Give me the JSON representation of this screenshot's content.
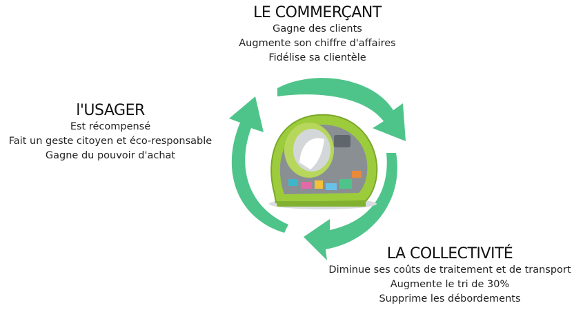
{
  "commercant": {
    "title": "LE COMMERÇANT",
    "lines": [
      "Gagne des clients",
      "Augmente son chiffre d'affaires",
      "Fidélise sa clientèle"
    ]
  },
  "usager": {
    "title": "l'USAGER",
    "lines": [
      "Est récompensé",
      "Fait un geste citoyen et éco-responsable",
      "Gagne du pouvoir d'achat"
    ]
  },
  "collectivite": {
    "title": "LA COLLECTIVITÉ",
    "lines": [
      "Diminue ses coûts de traitement et de transport",
      "Augmente le tri de 30%",
      "Supprime les débordements"
    ]
  },
  "colors": {
    "arrow": "#4fc48a",
    "machine_body": "#9ccc3c",
    "machine_face": "#8a8f94"
  }
}
